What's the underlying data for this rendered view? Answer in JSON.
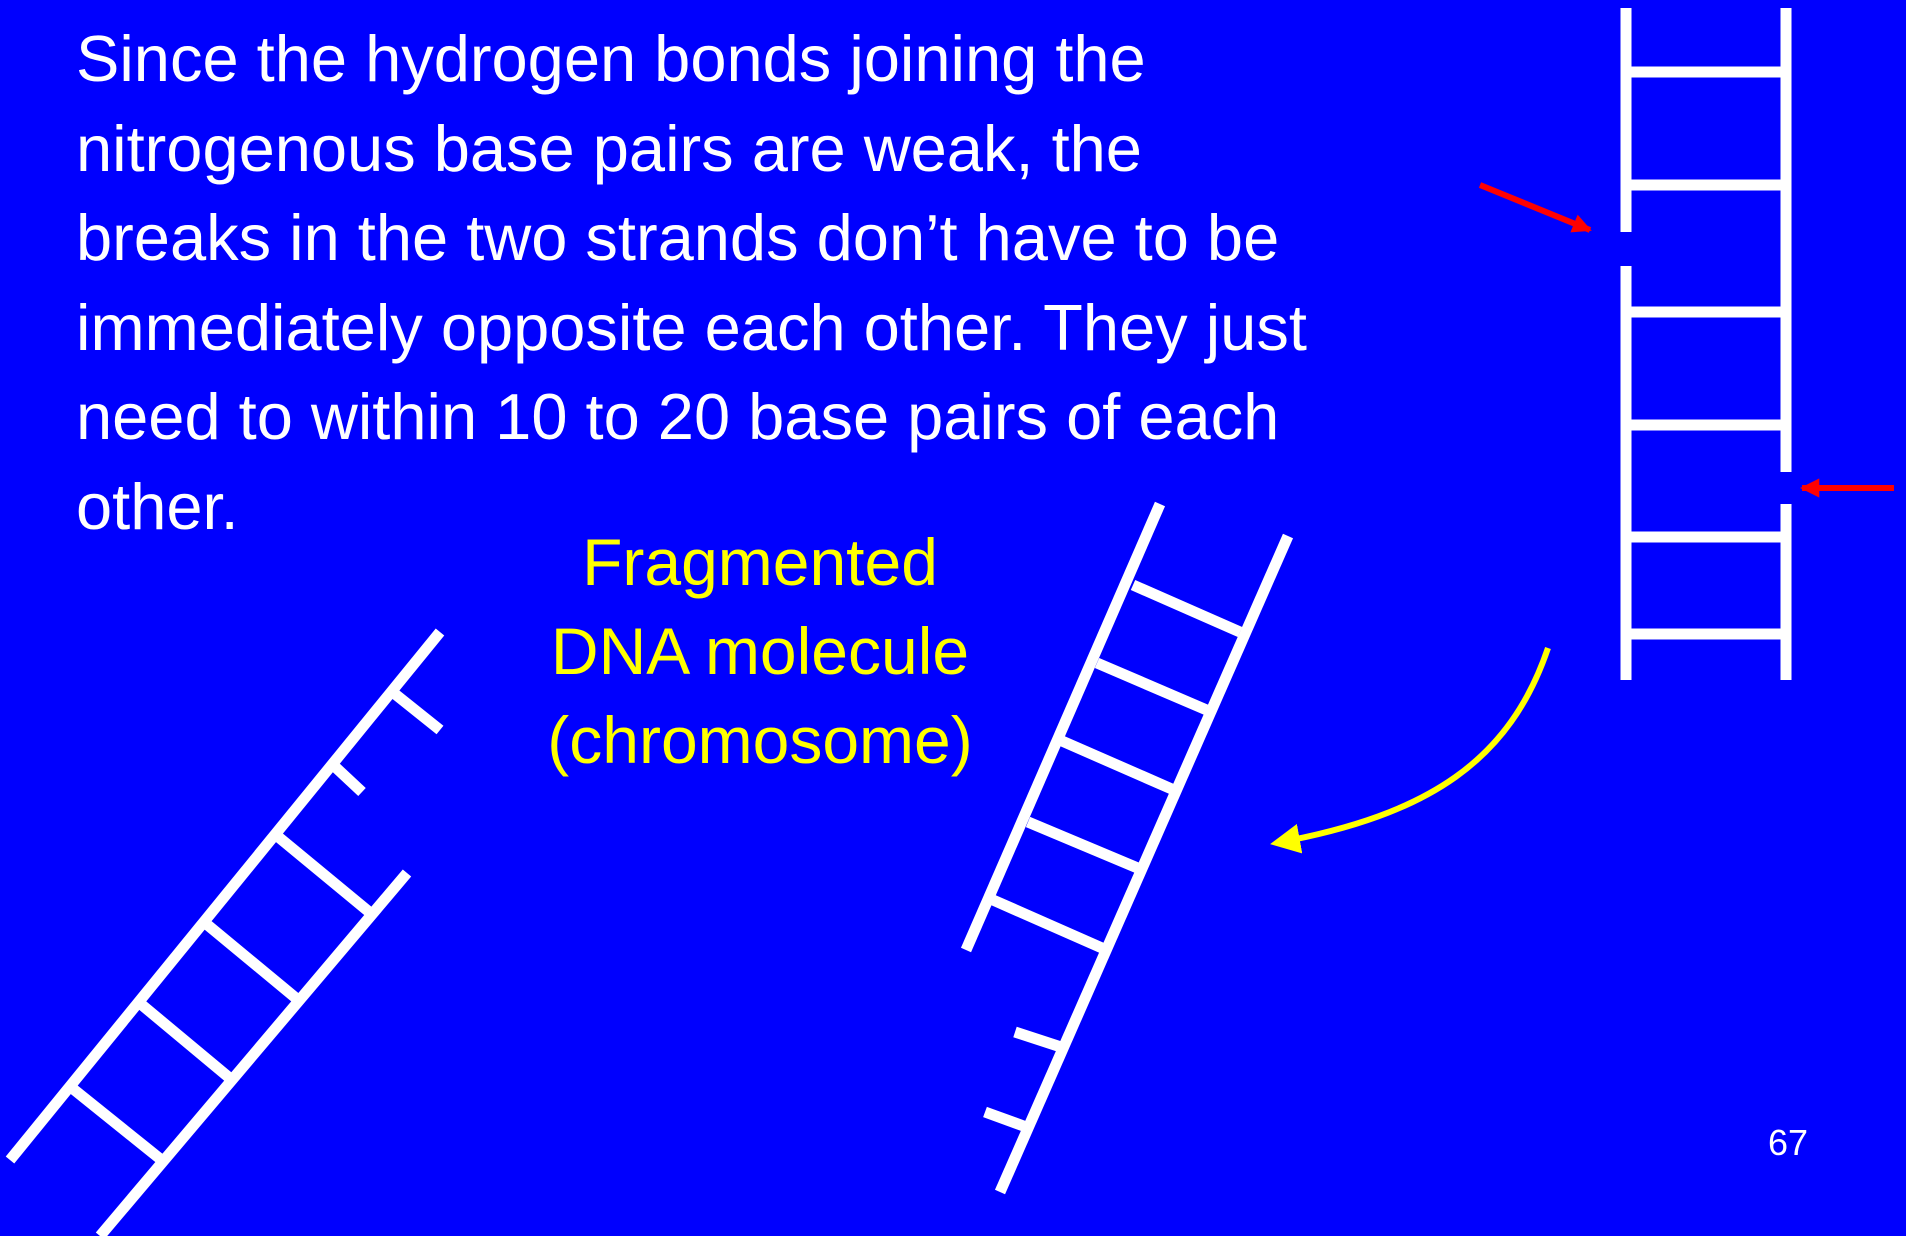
{
  "slide": {
    "body_lines": [
      "Since the hydrogen bonds joining the",
      "nitrogenous base pairs are weak, the",
      "breaks in the two strands don’t have to be",
      "immediately opposite each other. They just",
      "need to within 10 to 20 base pairs of each",
      "other."
    ],
    "caption_lines": [
      "Fragmented",
      "DNA molecule",
      "(chromosome)"
    ],
    "page_number": "67"
  },
  "colors": {
    "background": "#0000fe",
    "text": "#ffffff",
    "caption": "#ffff00",
    "ladder": "#ffffff",
    "break_arrow": "#ff0000",
    "transition_arrow": "#ffff00"
  },
  "icons": {
    "break_pointer": "red-arrow-icon",
    "transition": "curved-arrow-icon"
  }
}
